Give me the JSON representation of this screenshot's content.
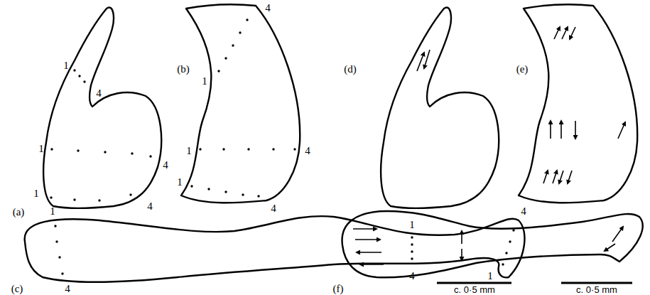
{
  "diagram": {
    "labels": [
      "(a)",
      "1",
      "4",
      "1",
      "1",
      "4",
      "4",
      "(b)",
      "4",
      "1",
      "1",
      "4",
      "1",
      "4",
      "(c)",
      "1",
      "4",
      "1",
      "4",
      "4",
      "1",
      "c. 0·5 mm",
      "(d)",
      "(e)",
      "(f)",
      "c. 0·5 mm"
    ]
  }
}
